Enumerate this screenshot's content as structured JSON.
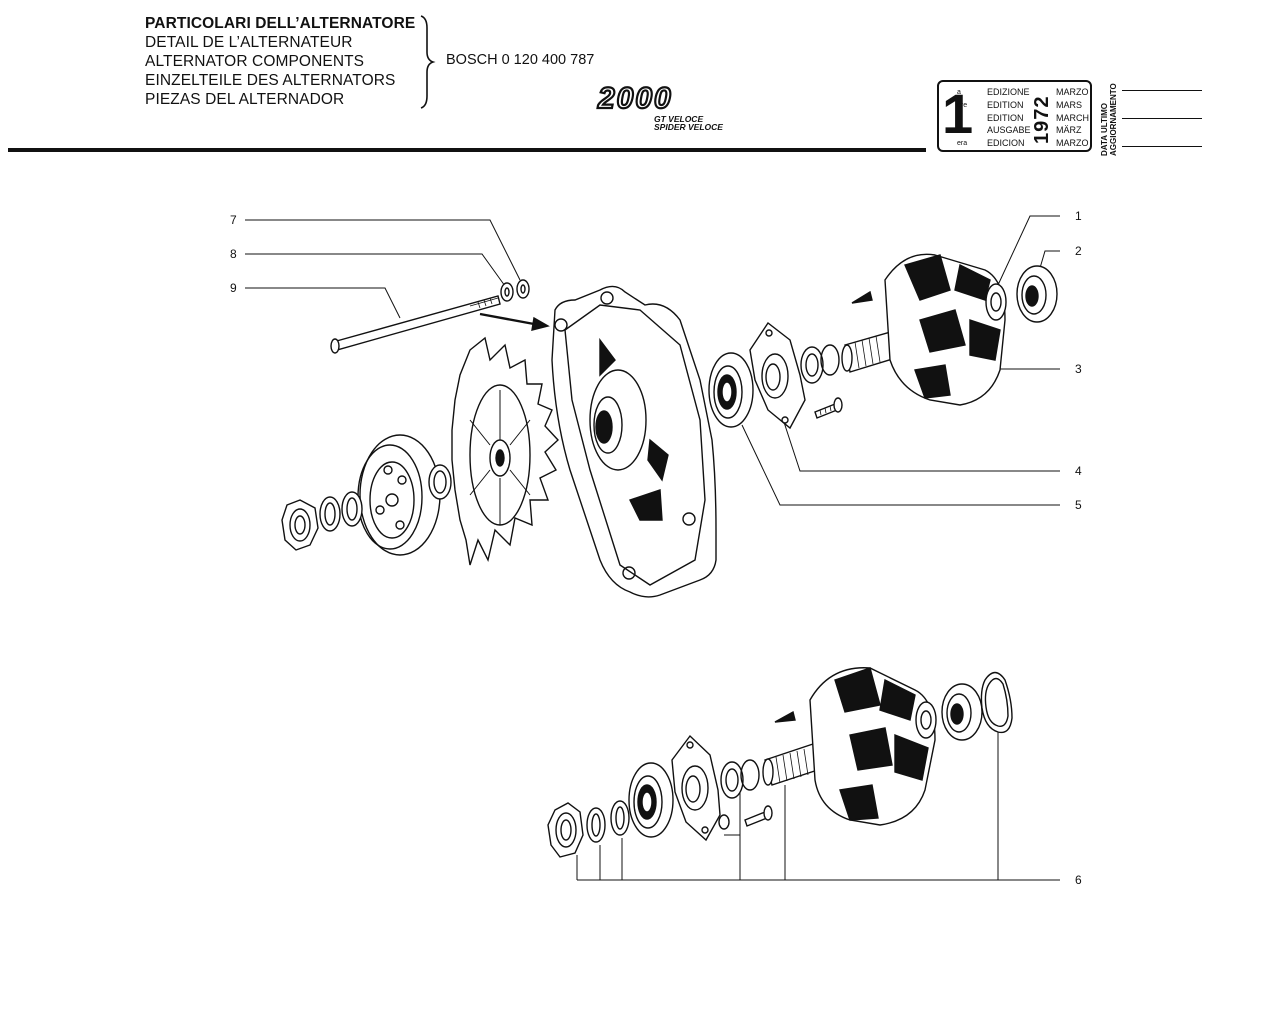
{
  "header": {
    "titles": [
      "PARTICOLARI DELL’ALTERNATORE",
      "DETAIL DE L’ALTERNATEUR",
      "ALTERNATOR COMPONENTS",
      "EINZELTEILE DES ALTERNATORS",
      "PIEZAS DEL ALTERNADOR"
    ],
    "part_number": "BOSCH 0 120 400 787",
    "logo_text": "2000",
    "models": [
      "GT VELOCE",
      "SPIDER VELOCE"
    ]
  },
  "edition_box": {
    "number": "1",
    "suffixes": [
      "a",
      "ere",
      "st",
      ".",
      "era"
    ],
    "languages": [
      "EDIZIONE",
      "EDITION",
      "EDITION",
      "AUSGABE",
      "EDICION"
    ],
    "year": "1972",
    "months": [
      "MARZO",
      "MARS",
      "MARCH",
      "MÄRZ",
      "MARZO"
    ],
    "update_label_1": "DATA ULTIMO",
    "update_label_2": "AGGIORNAMENTO"
  },
  "callouts": [
    "1",
    "2",
    "3",
    "4",
    "5",
    "6",
    "7",
    "8",
    "9"
  ]
}
